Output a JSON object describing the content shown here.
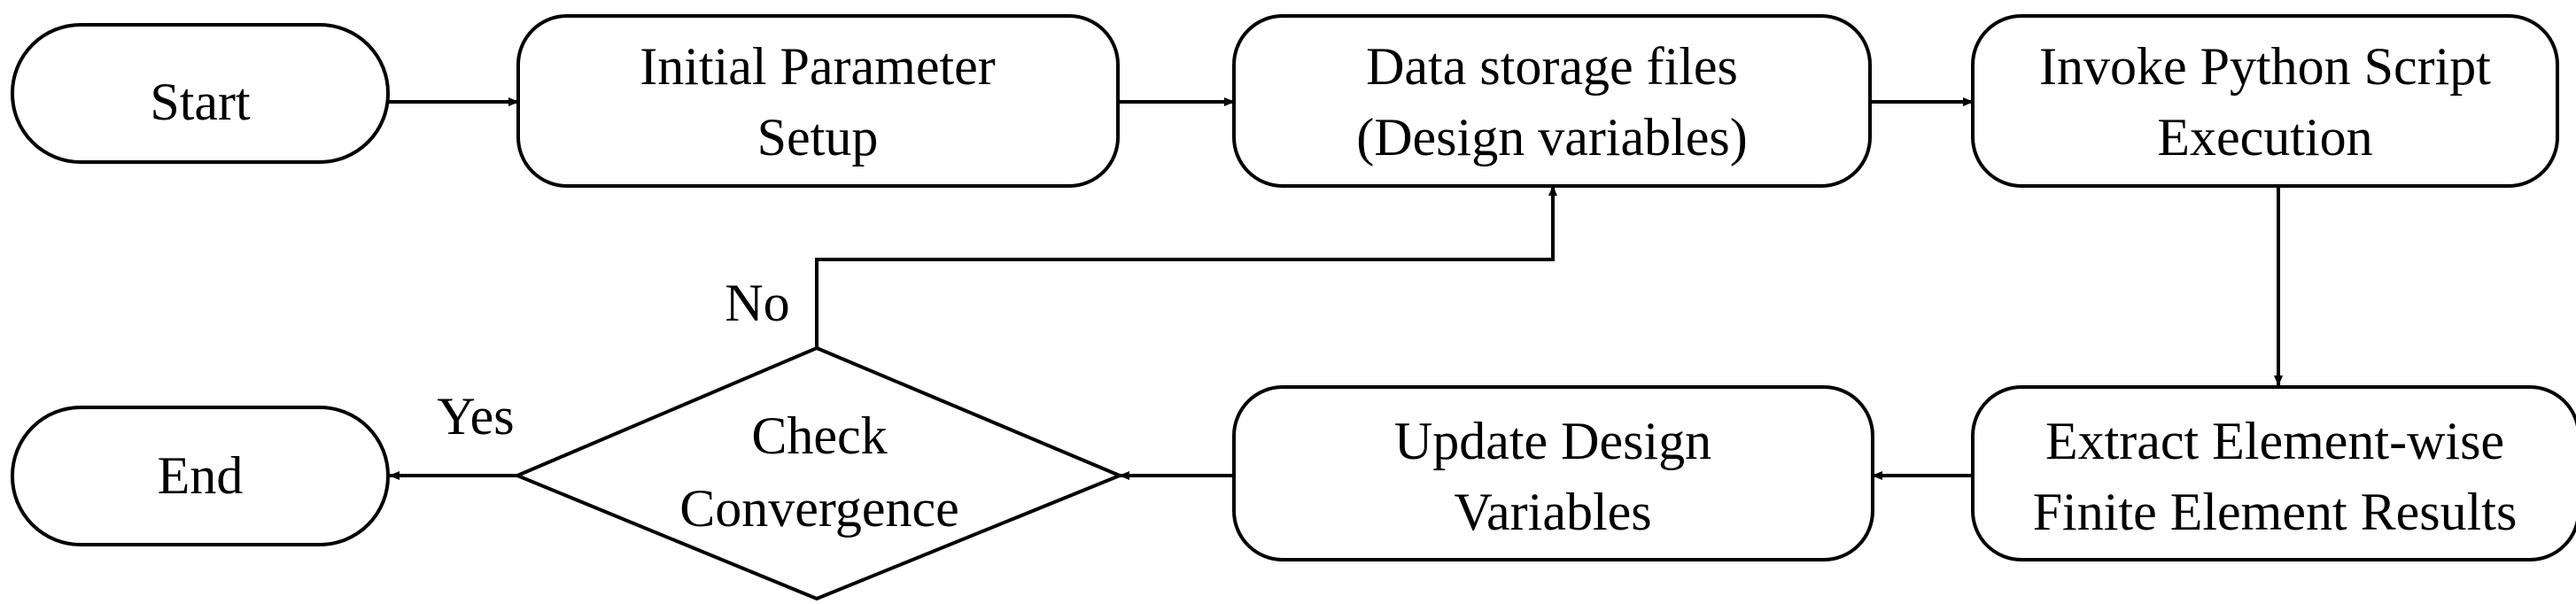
{
  "nodes": {
    "start": {
      "lines": [
        "Start"
      ]
    },
    "initial_setup": {
      "lines": [
        "Initial Parameter",
        "Setup"
      ]
    },
    "data_storage": {
      "lines": [
        "Data storage files",
        "(Design variables)"
      ]
    },
    "invoke_python": {
      "lines": [
        "Invoke Python Script",
        "Execution"
      ]
    },
    "extract_results": {
      "lines": [
        "Extract Element-wise",
        "Finite Element Results"
      ]
    },
    "update_design": {
      "lines": [
        "Update Design",
        "Variables"
      ]
    },
    "check_convergence": {
      "lines": [
        "Check",
        "Convergence"
      ]
    },
    "end": {
      "lines": [
        "End"
      ]
    }
  },
  "edges": {
    "no_label": "No",
    "yes_label": "Yes"
  },
  "colors": {
    "stroke": "#000000",
    "fill": "#ffffff"
  }
}
